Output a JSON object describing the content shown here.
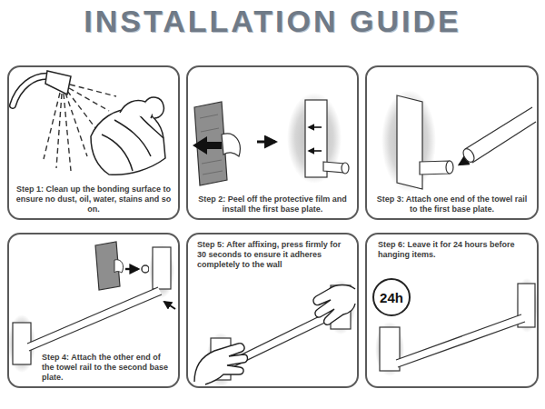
{
  "diagram": {
    "title": "INSTALLATION GUIDE",
    "nodes": [
      {
        "text": [
          "Step 1: Clean up the bonding surface to ensure no dust, oil, water, stains and so on."
        ]
      },
      {
        "text": [
          "Step 2: Peel off the protective film and install the first base plate."
        ]
      },
      {
        "text": [
          "Step 3: Attach one end of the towel rail to the first base plate."
        ]
      },
      {
        "text": [
          "Step 4: Attach the other end of the towel rail to the second base plate."
        ]
      },
      {
        "text": [
          "Step 5: After affixing, press firmly for 30 seconds to ensure it adheres completely to the wall"
        ]
      },
      {
        "text": [
          "Step 6: Leave it for 24 hours before hanging items."
        ]
      },
      {
        "text": [
          "24h"
        ],
        "in": 5
      }
    ]
  }
}
